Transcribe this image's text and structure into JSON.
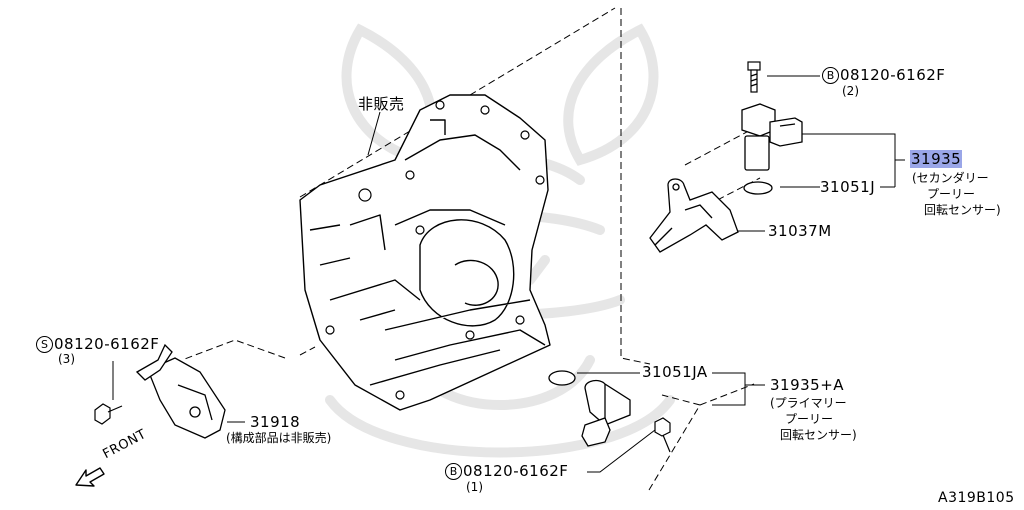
{
  "labels": {
    "not_for_sale": "非販売",
    "bolt_top": {
      "mark": "B",
      "part": "08120-6162F",
      "qty": "(2)"
    },
    "sensor_secondary": {
      "part": "31935",
      "desc1": "(セカンダリー",
      "desc2": "プーリー",
      "desc3": "回転センサー)"
    },
    "oring_top": "31051J",
    "bracket": "31037M",
    "bolt_left": {
      "mark": "S",
      "part": "08120-6162F",
      "qty": "(3)"
    },
    "switch": {
      "part": "31918",
      "note": "(構成部品は非販売)"
    },
    "oring_bottom": "31051JA",
    "sensor_primary": {
      "part": "31935+A",
      "desc1": "(プライマリー",
      "desc2": "プーリー",
      "desc3": "回転センサー)"
    },
    "bolt_bottom": {
      "mark": "B",
      "part": "08120-6162F",
      "qty": "(1)"
    },
    "front": "FRONT",
    "diagram_code": "A319B105"
  },
  "colors": {
    "highlight": "#9aa6e8",
    "line": "#000000",
    "watermark": "#e8e8e8"
  },
  "icons": [
    "front-arrow-icon",
    "watermark-emblem"
  ]
}
